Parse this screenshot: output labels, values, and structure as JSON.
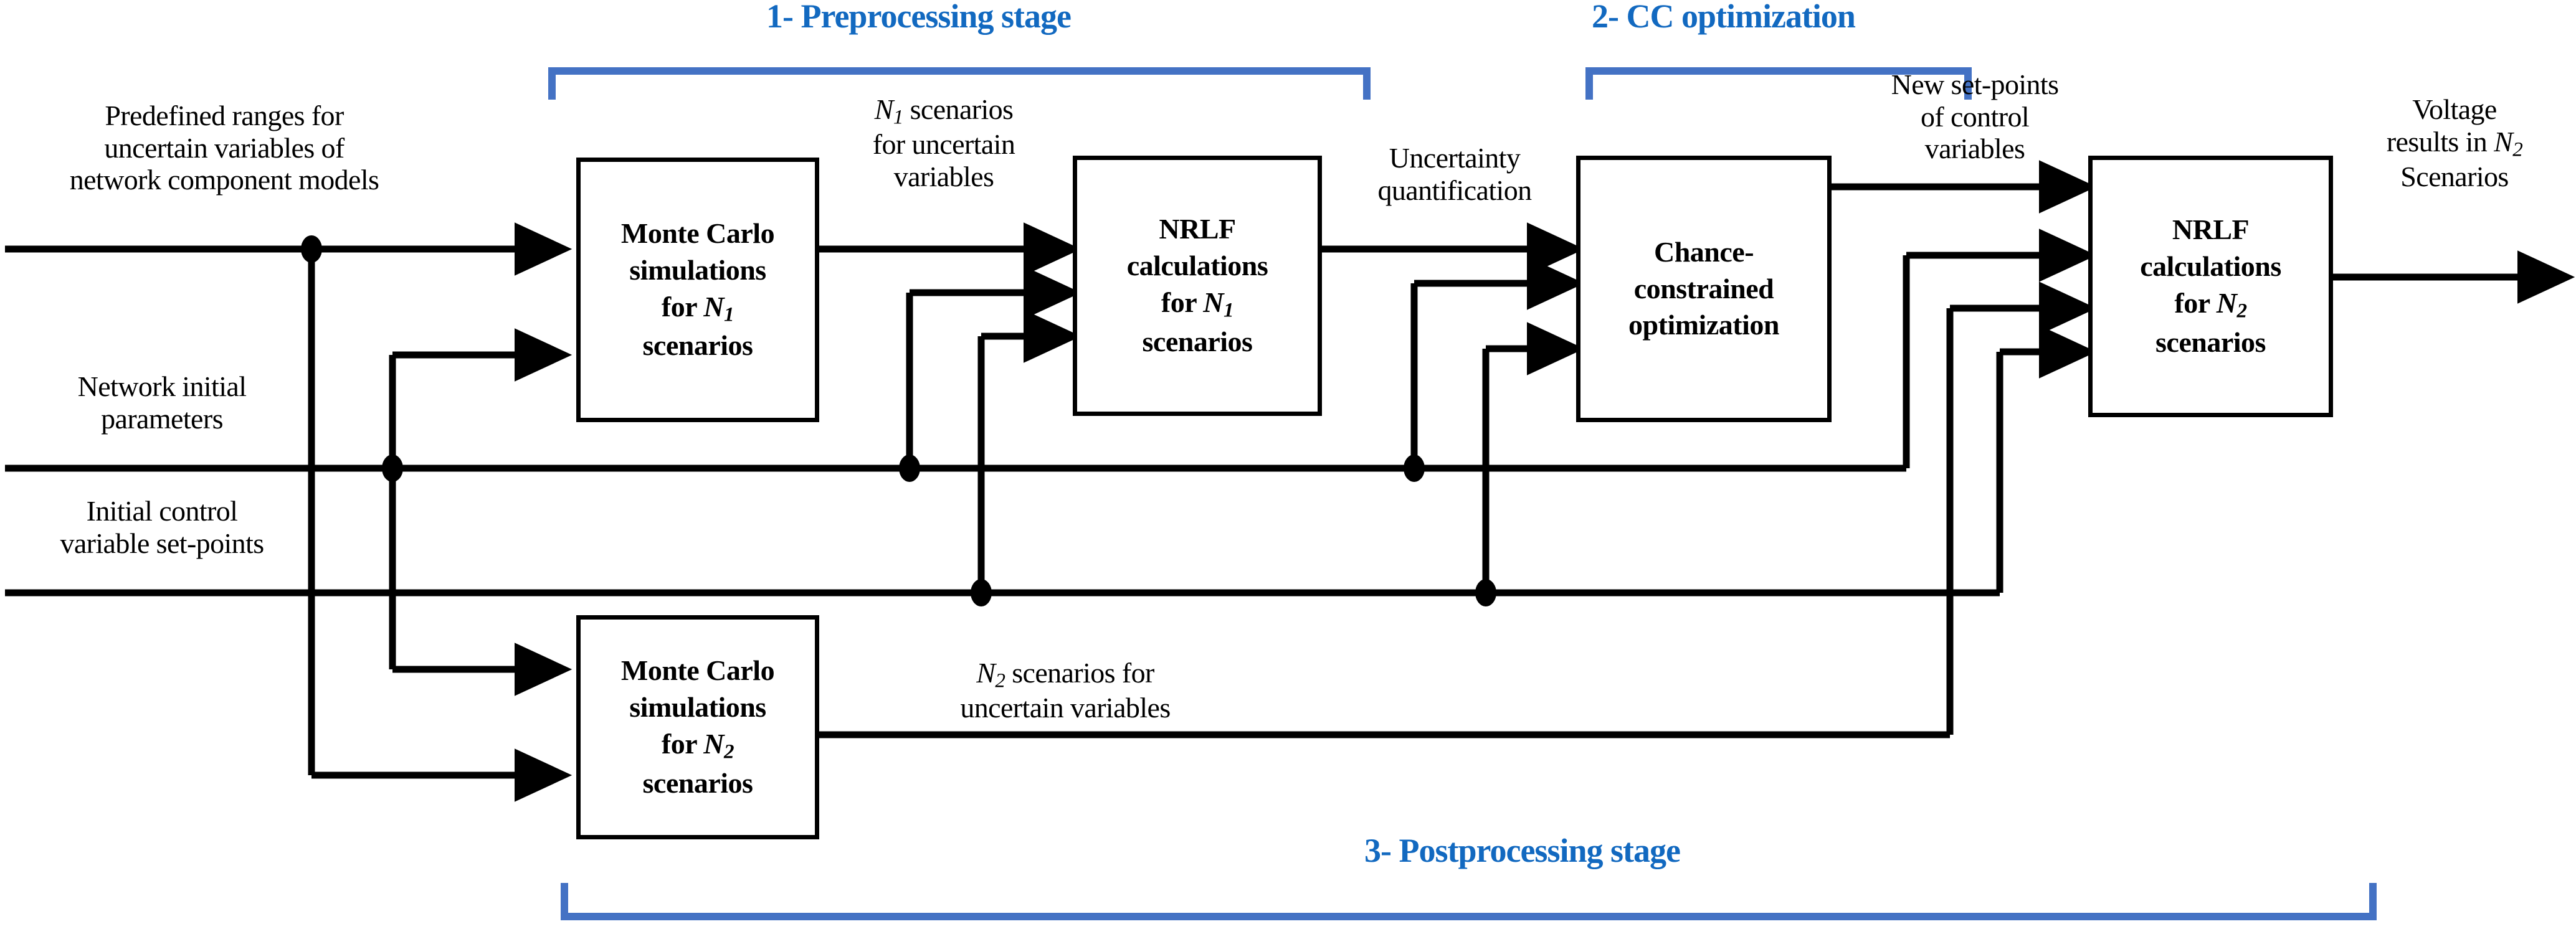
{
  "diagram": {
    "title_color": "#1269C0",
    "bracket_color": "#4472C4",
    "line_color": "#000000"
  },
  "stage_titles": {
    "preprocessing": "1- Preprocessing stage",
    "cc_optimization": "2- CC optimization",
    "postprocessing": "3- Postprocessing stage"
  },
  "nodes": {
    "monte_carlo_n1": "Monte Carlo\nsimulations\nfor N1\nscenarios",
    "nrlf_n1": "NRLF\ncalculations\nfor N1\nscenarios",
    "chance_constrained": "Chance-\nconstrained\noptimization",
    "nrlf_n2": "NRLF\ncalculations\nfor N2\nscenarios",
    "monte_carlo_n2": "Monte Carlo\nsimulations\nfor N2\nscenarios"
  },
  "input_labels": {
    "predefined_ranges": "Predefined ranges for\nuncertain variables of\nnetwork component models",
    "network_initial_parameters": "Network initial\nparameters",
    "initial_control_setpoints": "Initial control\nvariable set-points"
  },
  "edge_labels": {
    "n1_scenarios": "N1 scenarios\nfor uncertain\nvariables",
    "uncertainty_quantification": "Uncertainty\nquantification",
    "new_setpoints": "New set-points\nof control\nvariables",
    "voltage_results": "Voltage\nresults in N2\nScenarios",
    "n2_scenarios": "N2 scenarios for\nuncertain variables"
  }
}
